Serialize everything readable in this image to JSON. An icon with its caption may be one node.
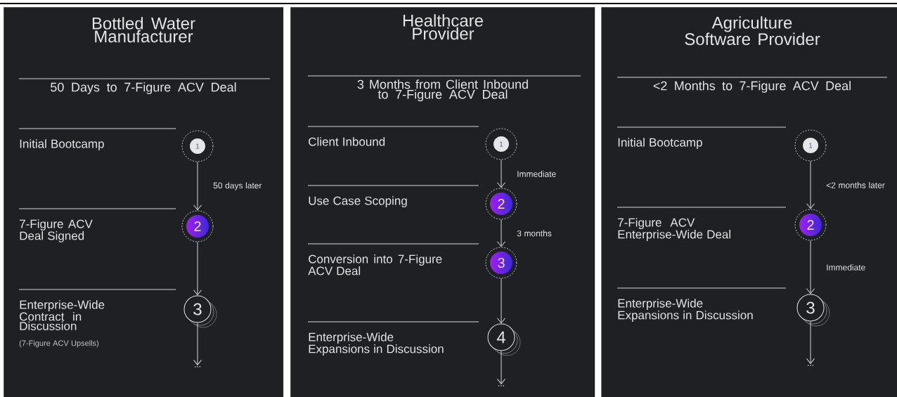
{
  "diagram": {
    "nodes": [
      {
        "text": [
          "Bottled Water Manufacturer",
          "50 Days to 7-Figure ACV Deal"
        ]
      },
      {
        "text": [
          "1"
        ],
        "in": 0
      },
      {
        "text": [
          "2"
        ],
        "in": 0
      },
      {
        "text": [
          "3"
        ],
        "in": 0
      },
      {
        "text": [
          "..."
        ],
        "in": 0
      },
      {
        "text": [
          "Healthcare Provider",
          "3 Months from Client Inbound to 7-Figure ACV Deal"
        ]
      },
      {
        "text": [
          "1"
        ],
        "in": 5
      },
      {
        "text": [
          "2"
        ],
        "in": 5
      },
      {
        "text": [
          "3"
        ],
        "in": 5
      },
      {
        "text": [
          "4"
        ],
        "in": 5
      },
      {
        "text": [
          "..."
        ],
        "in": 5
      },
      {
        "text": [
          "Agriculture Software Provider",
          "<2 Months to 7-Figure ACV Deal"
        ]
      },
      {
        "text": [
          "1"
        ],
        "in": 11
      },
      {
        "text": [
          "2"
        ],
        "in": 11
      },
      {
        "text": [
          "3"
        ],
        "in": 11
      },
      {
        "text": [
          "..."
        ],
        "in": 11
      }
    ],
    "edges": [
      {
        "from": 1,
        "to": 2,
        "arrow": "to",
        "label": "50 days later"
      },
      {
        "from": 2,
        "to": 3,
        "arrow": "to"
      },
      {
        "from": 3,
        "to": 4,
        "arrow": "to"
      },
      {
        "from": 6,
        "to": 7,
        "arrow": "to",
        "label": "Immediate"
      },
      {
        "from": 7,
        "to": 8,
        "arrow": "to",
        "label": "3 months"
      },
      {
        "from": 8,
        "to": 9,
        "arrow": "to"
      },
      {
        "from": 9,
        "to": 10,
        "arrow": "to"
      },
      {
        "from": 12,
        "to": 13,
        "arrow": "to",
        "label": "<2 months later"
      },
      {
        "from": 13,
        "to": 14,
        "arrow": "to",
        "label": "Immediate"
      },
      {
        "from": 14,
        "to": 15,
        "arrow": "to"
      }
    ],
    "labels": [
      "Initial Bootcamp",
      "7-Figure ACV Deal Signed",
      "Enterprise-Wide Contract in Discussion",
      "(7-Figure ACV Upsells)",
      "Client Inbound",
      "Use Case Scoping",
      "Conversion into 7-Figure ACV Deal",
      "Enterprise-Wide Expansions in Discussion",
      "Initial Bootcamp",
      "7-Figure ACV Enterprise-Wide Deal",
      "Enterprise-Wide Expansions in Discussion"
    ]
  }
}
